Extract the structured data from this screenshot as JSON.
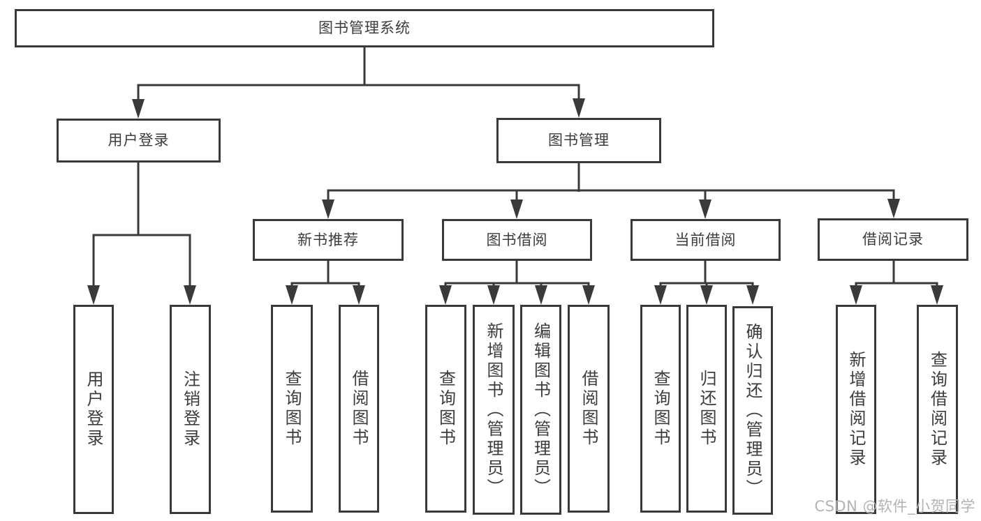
{
  "tree": {
    "root": {
      "label": "图书管理系统"
    },
    "branches": [
      {
        "label": "用户登录",
        "children": [
          {
            "label": "用户登录"
          },
          {
            "label": "注销登录"
          }
        ]
      },
      {
        "label": "图书管理",
        "children": [
          {
            "label": "新书推荐",
            "children": [
              {
                "label": "查询图书"
              },
              {
                "label": "借阅图书"
              }
            ]
          },
          {
            "label": "图书借阅",
            "children": [
              {
                "label": "查询图书"
              },
              {
                "label": "新增图书（管理员）"
              },
              {
                "label": "编辑图书（管理员）"
              },
              {
                "label": "借阅图书"
              }
            ]
          },
          {
            "label": "当前借阅",
            "children": [
              {
                "label": "查询图书"
              },
              {
                "label": "归还图书"
              },
              {
                "label": "确认归还（管理员）"
              }
            ]
          },
          {
            "label": "借阅记录",
            "children": [
              {
                "label": "新增借阅记录"
              },
              {
                "label": "查询借阅记录"
              }
            ]
          }
        ]
      }
    ]
  },
  "watermark": "CSDN @软件_小贺同学",
  "colors": {
    "line": "#3a3a3a",
    "text": "#3c3c3c",
    "background": "#ffffff",
    "watermark_color": "#b3b3b3"
  }
}
